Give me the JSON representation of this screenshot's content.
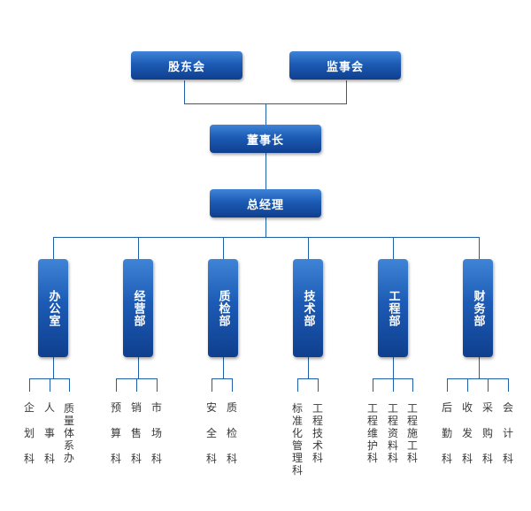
{
  "top_nodes": [
    {
      "id": "shareholders",
      "label": "股东会"
    },
    {
      "id": "supervisors",
      "label": "监事会"
    }
  ],
  "chairman": {
    "label": "董事长"
  },
  "gm": {
    "label": "总经理"
  },
  "departments": [
    {
      "id": "office",
      "label": "办公室",
      "sections": [
        "企划科",
        "人事科",
        "质量体系办"
      ]
    },
    {
      "id": "operations",
      "label": "经营部",
      "sections": [
        "预算科",
        "销售科",
        "市场科"
      ]
    },
    {
      "id": "quality",
      "label": "质检部",
      "sections": [
        "安全科",
        "质检科"
      ]
    },
    {
      "id": "technical",
      "label": "技术部",
      "sections": [
        "标准化管理科",
        "工程技术科"
      ]
    },
    {
      "id": "engineering",
      "label": "工程部",
      "sections": [
        "工程维护科",
        "工程资料科",
        "工程施工科"
      ]
    },
    {
      "id": "finance",
      "label": "财务部",
      "sections": [
        "后勤科",
        "收发科",
        "采购科",
        "会计科"
      ]
    }
  ]
}
